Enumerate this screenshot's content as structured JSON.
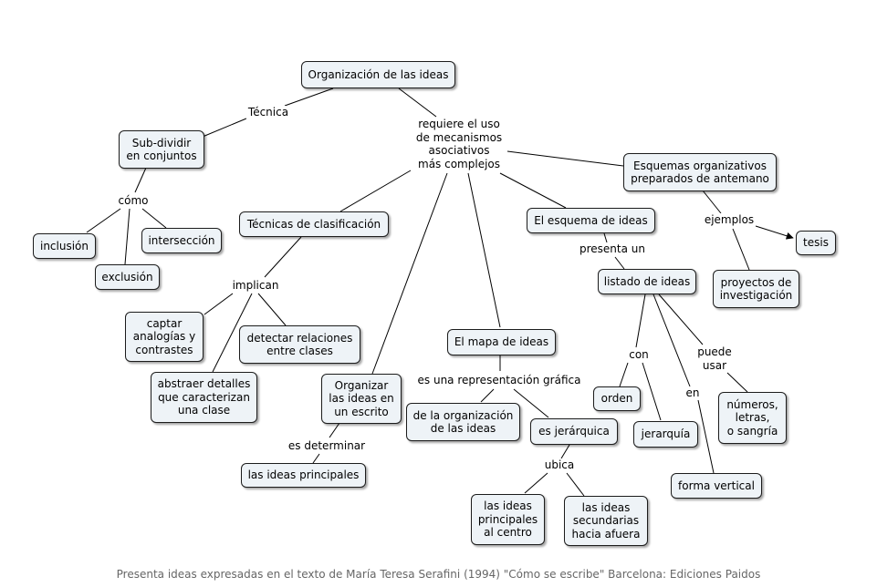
{
  "nodes": {
    "organizacion": "Organización de las ideas",
    "subdividir": "Sub-dividir\nen conjuntos",
    "inclusion": "inclusión",
    "interseccion": "intersección",
    "exclusion": "exclusión",
    "tecnicas_clasificacion": "Técnicas de clasificación",
    "captar": "captar\nanalogías y\ncontrastes",
    "detectar": "detectar relaciones\nentre clases",
    "abstraer": "abstraer detalles\nque caracterizan\nuna clase",
    "organizar_escrito": "Organizar\nlas ideas en\nun escrito",
    "ideas_principales": "las ideas principales",
    "mapa_ideas": "El mapa de ideas",
    "de_la_organizacion": "de la organización\nde las ideas",
    "es_jerarquica": "es jerárquica",
    "principales_centro": "las ideas\nprincipales\nal centro",
    "secundarias_afuera": "las ideas\nsecundarias\nhacia afuera",
    "esquema_ideas": "El esquema de ideas",
    "listado_ideas": "listado de ideas",
    "orden": "orden",
    "jerarquia": "jerarquía",
    "forma_vertical": "forma vertical",
    "numeros_letras": "números,\nletras,\no sangría",
    "esquemas_organizativos": "Esquemas organizativos\npreparados de antemano",
    "tesis": "tesis",
    "proyectos": "proyectos de\ninvestigación"
  },
  "links": {
    "tecnica": "Técnica",
    "requiere": "requiere el uso\nde mecanismos\nasociativos\nmás complejos",
    "como": "cómo",
    "implican": "implican",
    "es_determinar": "es determinar",
    "es_representacion": "es una representación gráfica",
    "ubica": "ubica",
    "presenta_un": "presenta un",
    "con": "con",
    "puede_usar": "puede\nusar",
    "en": "en",
    "ejemplos": "ejemplos"
  },
  "footer": "Presenta ideas expresadas en el texto de María Teresa Serafini (1994) \"Cómo se escribe\" Barcelona: Ediciones Paidos"
}
